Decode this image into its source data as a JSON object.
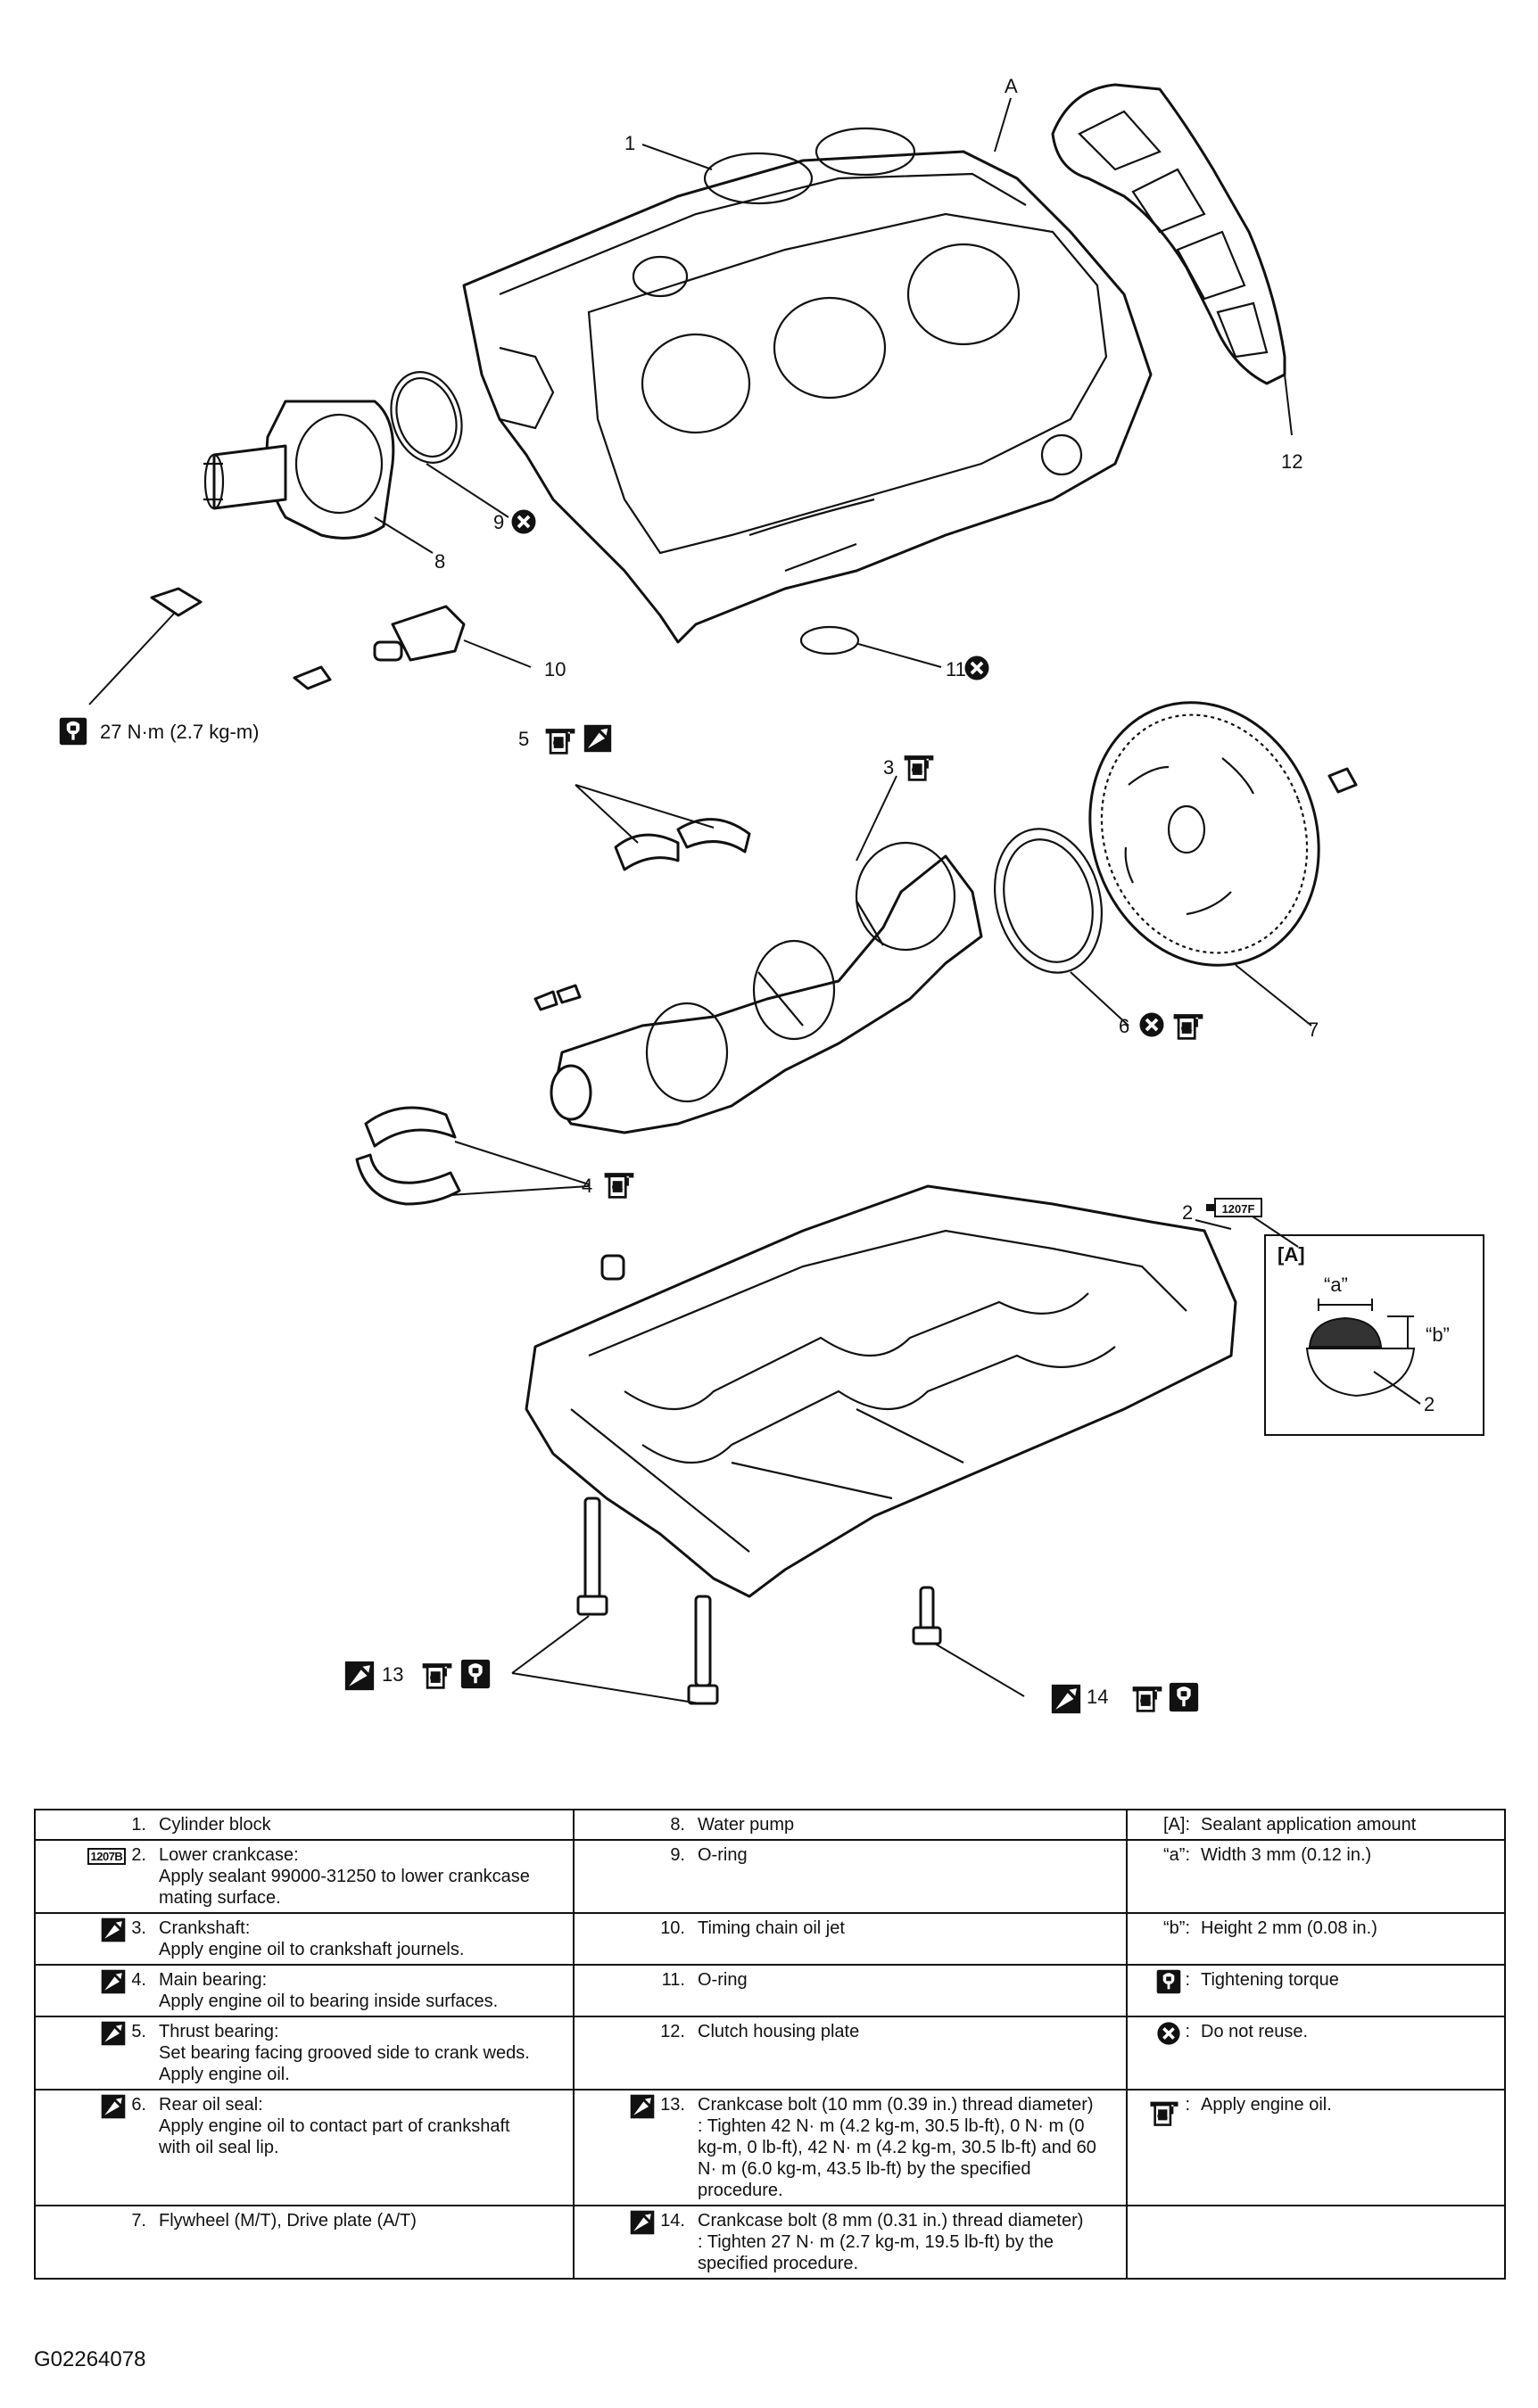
{
  "diagram": {
    "labels": {
      "l1": "1",
      "lA": "A",
      "l12": "12",
      "l9": "9",
      "l8": "8",
      "l10": "10",
      "l11": "11",
      "l5": "5",
      "l3": "3",
      "l6": "6",
      "l7": "7",
      "l4": "4",
      "l2": "2",
      "l13": "13",
      "l14": "14"
    },
    "torque_note": "27 N·m (2.7 kg-m)",
    "detail": {
      "title": "[A]",
      "a": "“a”",
      "b": "“b”",
      "part": "2"
    },
    "sealant_code": "1207F"
  },
  "legend": {
    "rows": [
      {
        "c1": {
          "icon": "",
          "num": "1.",
          "title": "Cylinder block",
          "lines": []
        },
        "c2": {
          "icon": "",
          "num": "8.",
          "title": "Water pump",
          "lines": []
        },
        "c3": {
          "icon": "",
          "key": "[A]:",
          "text": "Sealant application amount"
        }
      },
      {
        "c1": {
          "icon": "sealant-1207b-icon",
          "icon_text": "1207B",
          "num": "2.",
          "title": "Lower crankcase:",
          "lines": [
            "Apply sealant 99000-31250 to lower crankcase",
            "mating surface."
          ]
        },
        "c2": {
          "icon": "",
          "num": "9.",
          "title": "O-ring",
          "lines": []
        },
        "c3": {
          "icon": "",
          "key": "“a”:",
          "text": "Width 3 mm (0.12 in.)"
        }
      },
      {
        "c1": {
          "icon": "oil-can-icon",
          "num": "3.",
          "title": "Crankshaft:",
          "lines": [
            "Apply engine oil to crankshaft journels."
          ]
        },
        "c2": {
          "icon": "",
          "num": "10.",
          "title": "Timing chain oil jet",
          "lines": []
        },
        "c3": {
          "icon": "",
          "key": "“b”:",
          "text": "Height 2 mm (0.08 in.)"
        }
      },
      {
        "c1": {
          "icon": "oil-can-icon",
          "num": "4.",
          "title": "Main bearing:",
          "lines": [
            "Apply engine oil to bearing inside surfaces."
          ]
        },
        "c2": {
          "icon": "",
          "num": "11.",
          "title": "O-ring",
          "lines": []
        },
        "c3": {
          "icon": "torque-icon",
          "key": ":",
          "text": "Tightening torque"
        }
      },
      {
        "c1": {
          "icon": "oil-can-icon",
          "num": "5.",
          "title": "Thrust bearing:",
          "lines": [
            "Set bearing facing grooved side to crank weds.",
            "Apply engine oil."
          ]
        },
        "c2": {
          "icon": "",
          "num": "12.",
          "title": "Clutch housing plate",
          "lines": []
        },
        "c3": {
          "icon": "do-not-reuse-icon",
          "key": ":",
          "text": "Do not reuse."
        }
      },
      {
        "c1": {
          "icon": "oil-can-icon",
          "num": "6.",
          "title": "Rear oil seal:",
          "lines": [
            "Apply engine oil to contact part of crankshaft",
            "with oil seal lip."
          ]
        },
        "c2": {
          "icon": "oil-can-icon",
          "num": "13.",
          "title": "Crankcase bolt (10 mm (0.39 in.) thread diameter)",
          "lines": [
            ": Tighten 42 N· m (4.2 kg-m, 30.5 lb-ft), 0 N· m (0",
            "kg-m, 0 lb-ft), 42 N· m (4.2 kg-m, 30.5 lb-ft) and 60",
            "N· m (6.0 kg-m, 43.5 lb-ft) by the specified",
            "procedure."
          ]
        },
        "c3": {
          "icon": "engine-oil-icon",
          "key": ":",
          "text": "Apply engine oil."
        }
      },
      {
        "c1": {
          "icon": "",
          "num": "7.",
          "title": "Flywheel (M/T), Drive plate (A/T)",
          "lines": []
        },
        "c2": {
          "icon": "oil-can-icon",
          "num": "14.",
          "title": "Crankcase bolt (8 mm (0.31 in.) thread diameter)",
          "lines": [
            ": Tighten 27 N· m (2.7 kg-m, 19.5 lb-ft) by the",
            "specified procedure."
          ]
        },
        "c3": {
          "icon": "",
          "key": "",
          "text": ""
        }
      }
    ]
  },
  "footer_code": "G02264078"
}
